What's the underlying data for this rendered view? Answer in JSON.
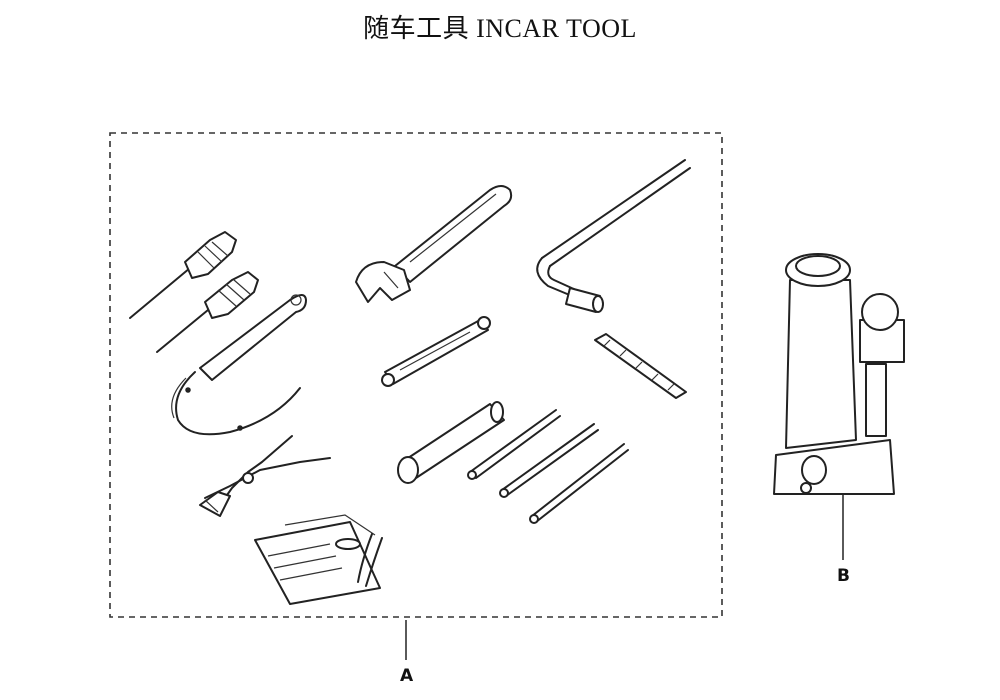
{
  "title": "随车工具  INCAR TOOL",
  "callouts": {
    "a": "A",
    "b": "B"
  }
}
